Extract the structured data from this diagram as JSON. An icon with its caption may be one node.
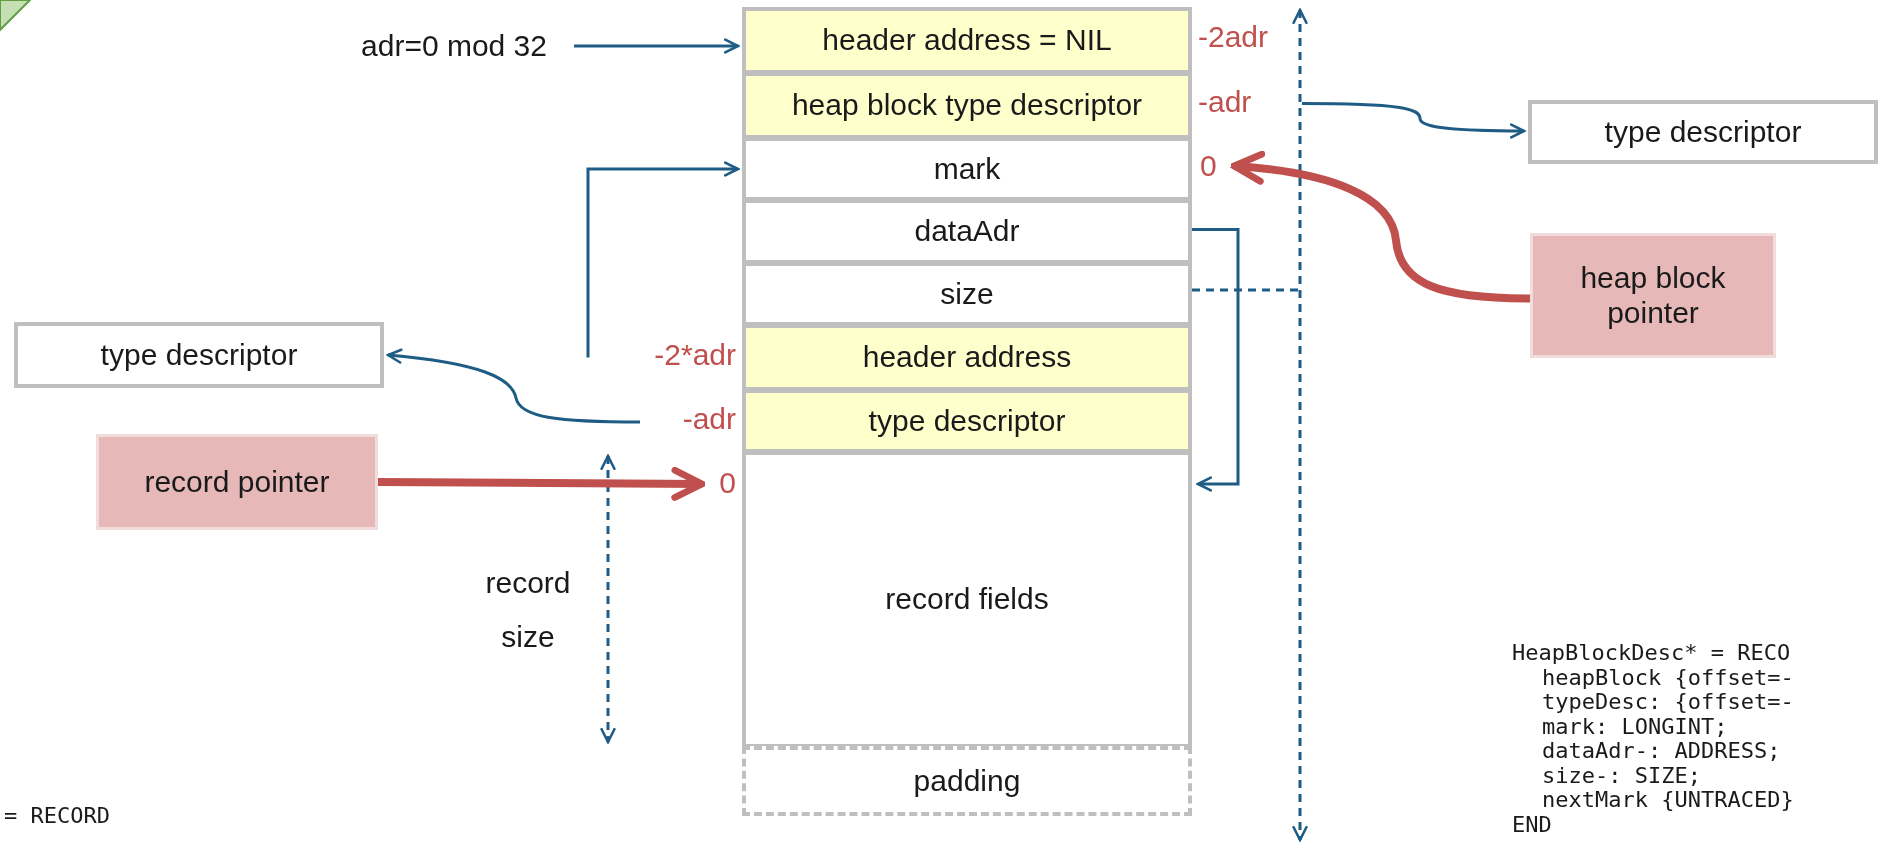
{
  "diagram": {
    "nodes": [
      {
        "text": [
          "adr=0 mod 32"
        ]
      },
      {
        "text": [
          "header address = NIL"
        ],
        "beside": [
          "-2adr"
        ]
      },
      {
        "text": [
          "heap block type descriptor"
        ],
        "beside": [
          "-adr"
        ]
      },
      {
        "text": [
          "mark"
        ],
        "beside": [
          "0"
        ]
      },
      {
        "text": [
          "dataAdr"
        ]
      },
      {
        "text": [
          "size"
        ]
      },
      {
        "text": [
          "header address"
        ],
        "beside": [
          "-2*adr"
        ]
      },
      {
        "text": [
          "type descriptor"
        ],
        "beside": [
          "-adr"
        ]
      },
      {
        "text": [
          "record fields"
        ],
        "beside": [
          "0"
        ]
      },
      {
        "text": [
          "padding"
        ]
      },
      {
        "text": [
          "type descriptor"
        ]
      },
      {
        "text": [
          "heap block pointer"
        ]
      },
      {
        "text": [
          "type descriptor"
        ]
      },
      {
        "text": [
          "record pointer"
        ]
      }
    ],
    "edges": [
      {
        "from": 0,
        "to": 1,
        "arrow": "to"
      },
      {
        "from": 6,
        "to": 3,
        "arrow": "to"
      },
      {
        "from": 2,
        "to": 10,
        "arrow": "to"
      },
      {
        "from": 7,
        "to": 12,
        "arrow": "to"
      },
      {
        "from": 4,
        "to": 8,
        "arrow": "to"
      },
      {
        "from": 5,
        "to": null,
        "arrow": "none",
        "style": "dashed"
      },
      {
        "from": 11,
        "to": 3,
        "arrow": "to",
        "style": "thick",
        "color": "#c0504d"
      },
      {
        "from": 13,
        "to": 8,
        "arrow": "to",
        "style": "thick",
        "color": "#c0504d"
      }
    ],
    "labels": [
      "record size",
      "HeapBlockDesc* = RECO",
      "heapBlock {offset=-",
      "typeDesc: {offset=-",
      "mark: LONGINT;",
      "dataAdr-: ADDRESS;",
      "size-: SIZE;",
      "nextMark {UNTRACED}",
      "END",
      "= RECORD"
    ]
  }
}
